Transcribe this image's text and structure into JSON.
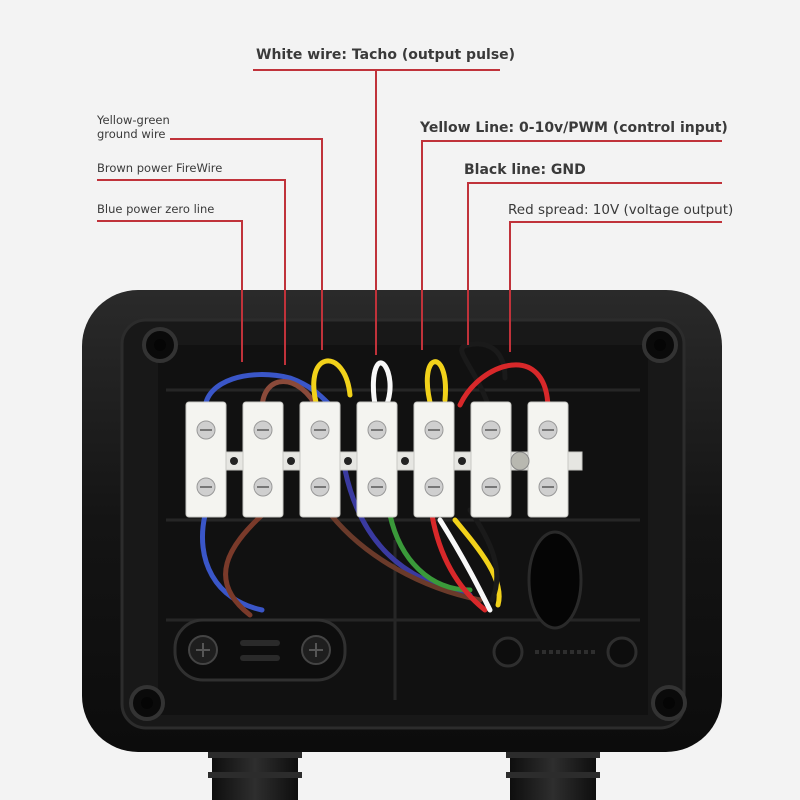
{
  "labels": {
    "white_wire": "White wire: Tacho (output pulse)",
    "yellow_green": {
      "line1": "Yellow-green",
      "line2": "ground wire"
    },
    "brown": "Brown power FireWire",
    "blue": "Blue power zero line",
    "yellow": "Yellow Line: 0-10v/PWM (control input)",
    "black": "Black line: GND",
    "red": "Red spread: 10V (voltage output)"
  },
  "colors": {
    "leader_line": "#c0323a",
    "housing": "#151515",
    "terminal": "#f4f4f0",
    "wire_blue": "#3a56c8",
    "wire_brown": "#7a3a2a",
    "wire_yellow": "#f2d21a",
    "wire_green": "#3a9a3a",
    "wire_white": "#f8f8f8",
    "wire_black": "#1a1a1a",
    "wire_red": "#d8282a"
  }
}
